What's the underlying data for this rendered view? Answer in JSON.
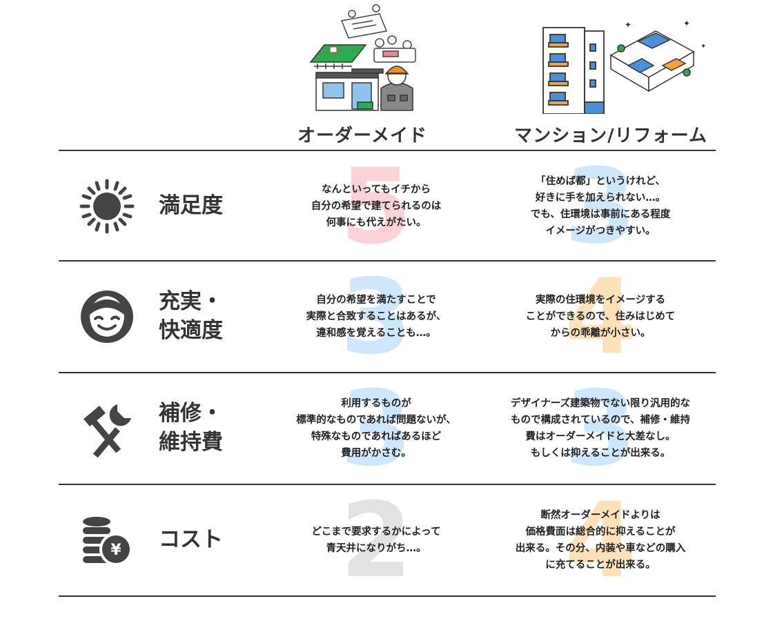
{
  "columns": {
    "order": {
      "title": "オーダーメイド"
    },
    "mansion": {
      "title": "マンション/リフォーム"
    }
  },
  "colors": {
    "score_5": "#fbd3d7",
    "score_3": "#cfe7fb",
    "score_4": "#fde2b9",
    "score_2": "#e3e3e3",
    "icon": "#444444"
  },
  "rows": [
    {
      "icon": "sun-icon",
      "label": "満足度",
      "order": {
        "score": "5",
        "text": "なんといってもイチから\n自分の希望で建てられるのは\n何事にも代えがたい。"
      },
      "mansion": {
        "score": "3",
        "text": "「住めば都」というけれど、\n好きに手を加えられない…。\nでも、住環境は事前にある程度\nイメージがつきやすい。"
      }
    },
    {
      "icon": "smiley-face-icon",
      "label": "充実・\n快適度",
      "order": {
        "score": "3",
        "text": "自分の希望を満たすことで\n実際と合致することはあるが、\n違和感を覚えることも…。"
      },
      "mansion": {
        "score": "4",
        "text": "実際の住環境をイメージする\nことができるので、住みはじめて\nからの乖離が小さい。"
      }
    },
    {
      "icon": "hammer-wrench-icon",
      "label": "補修・\n維持費",
      "order": {
        "score": "3",
        "text": "利用するものが\n標準的なものであれば問題ないが、\n特殊なものであればあるほど\n費用がかさむ。"
      },
      "mansion": {
        "score": "3",
        "text": "デザイナーズ建築物でない限り汎用的な\nもので構成されているので、補修・維持\n費はオーダーメイドと大差なし。\nもしくは抑えることが出来る。"
      }
    },
    {
      "icon": "yen-coins-icon",
      "label": "コスト",
      "order": {
        "score": "2",
        "text": "どこまで要求するかによって\n青天井になりがち…。"
      },
      "mansion": {
        "score": "4",
        "text": "断然オーダーメイドよりは\n価格費面は総合的に抑えることが\n出来る。その分、内装や車などの購入\nに充てることが出来る。"
      }
    }
  ]
}
